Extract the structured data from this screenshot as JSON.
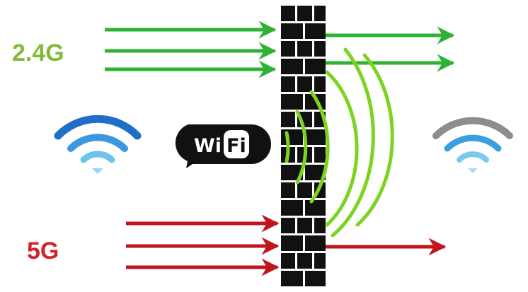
{
  "labels": {
    "band_24": "2.4G",
    "band_5": "5G"
  },
  "wifi_logo": {
    "part1": "Wi",
    "part2": "Fi"
  },
  "colors": {
    "band_24": "#2db233",
    "band_24_label": "#84b93a",
    "band_5": "#c0151f",
    "band_5_label": "#d0232b",
    "wall": "#111111",
    "wave": "#7ed321",
    "wifi_icon_left": "#2f8fd8",
    "wifi_icon_right_top": "#8d8d8d"
  },
  "icons": {
    "left_signal": "wifi-signal-icon",
    "right_signal": "wifi-signal-icon",
    "logo": "wifi-logo-icon",
    "wall": "brick-wall-icon"
  }
}
